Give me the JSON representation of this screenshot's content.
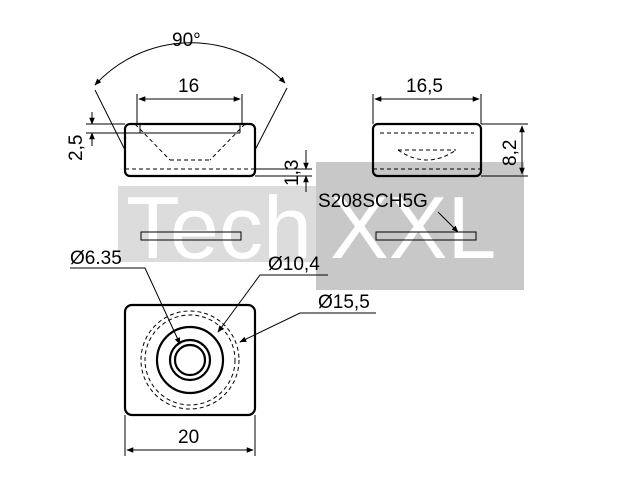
{
  "drawing": {
    "dimensions": {
      "angle": "90°",
      "top_width": "16",
      "left_height": "2,5",
      "step_height": "1,3",
      "right_width": "16,5",
      "right_height": "8,2",
      "part_label": "S208SCH5G",
      "dia_small": "Ø6.35",
      "dia_mid": "Ø10,4",
      "dia_large": "Ø15,5",
      "bottom_width": "20"
    },
    "watermark": {
      "word_left": "Tech",
      "word_right": "XXL"
    }
  }
}
